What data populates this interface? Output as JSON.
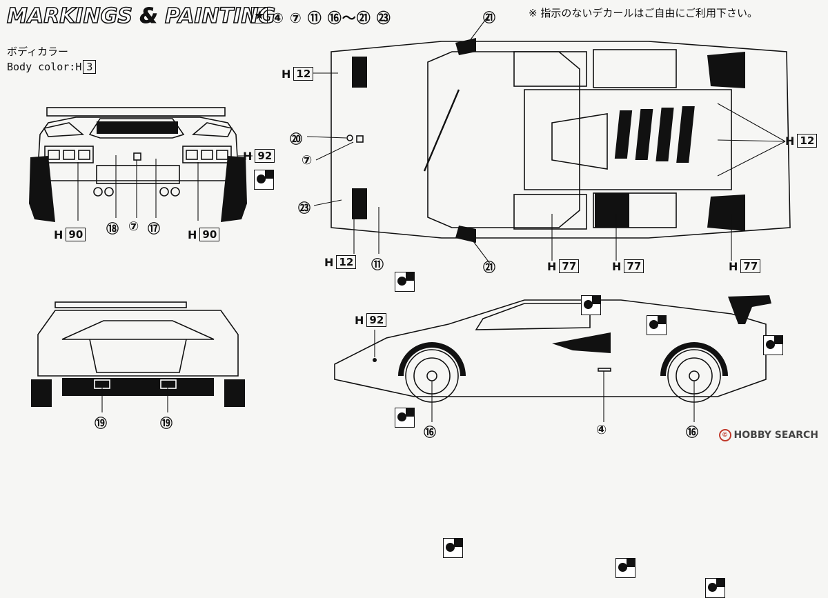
{
  "header": {
    "title_part1": "MARKINGS",
    "title_amp": "&",
    "title_part2": "PAINTING",
    "star_symbol": "★",
    "decal_numbers": "④ ⑦ ⑪ ⑯〜㉑ ㉓",
    "note": "※ 指示のないデカールはご自由にご利用下さい。"
  },
  "body_color": {
    "label_ja": "ボディカラー",
    "label_en": "Body color:H",
    "code": "3"
  },
  "labels": {
    "front_h92_prefix": "H",
    "front_h92_code": "92",
    "front_h90_left_prefix": "H",
    "front_h90_left_code": "90",
    "front_h90_right_prefix": "H",
    "front_h90_right_code": "90",
    "front_decal_18": "⑱",
    "front_decal_7": "⑦",
    "front_decal_17": "⑰",
    "top_h12_topleft_prefix": "H",
    "top_h12_topleft_code": "12",
    "top_h12_right_prefix": "H",
    "top_h12_right_code": "12",
    "top_h12_bottomleft_prefix": "H",
    "top_h12_bottomleft_code": "12",
    "top_decal_21a": "㉑",
    "top_decal_21b": "㉑",
    "top_decal_20": "⑳",
    "top_decal_7": "⑦",
    "top_decal_23": "㉓",
    "top_decal_11": "⑪",
    "top_h77a_prefix": "H",
    "top_h77a_code": "77",
    "top_h77b_prefix": "H",
    "top_h77b_code": "77",
    "top_h77c_prefix": "H",
    "top_h77c_code": "77",
    "rear_decal_19a": "⑲",
    "rear_decal_19b": "⑲",
    "side_h92_prefix": "H",
    "side_h92_code": "92",
    "side_decal_16a": "⑯",
    "side_decal_4": "④",
    "side_decal_16b": "⑯"
  },
  "watermark": {
    "brand": "HOBBY SEARCH",
    "mark": "©"
  }
}
